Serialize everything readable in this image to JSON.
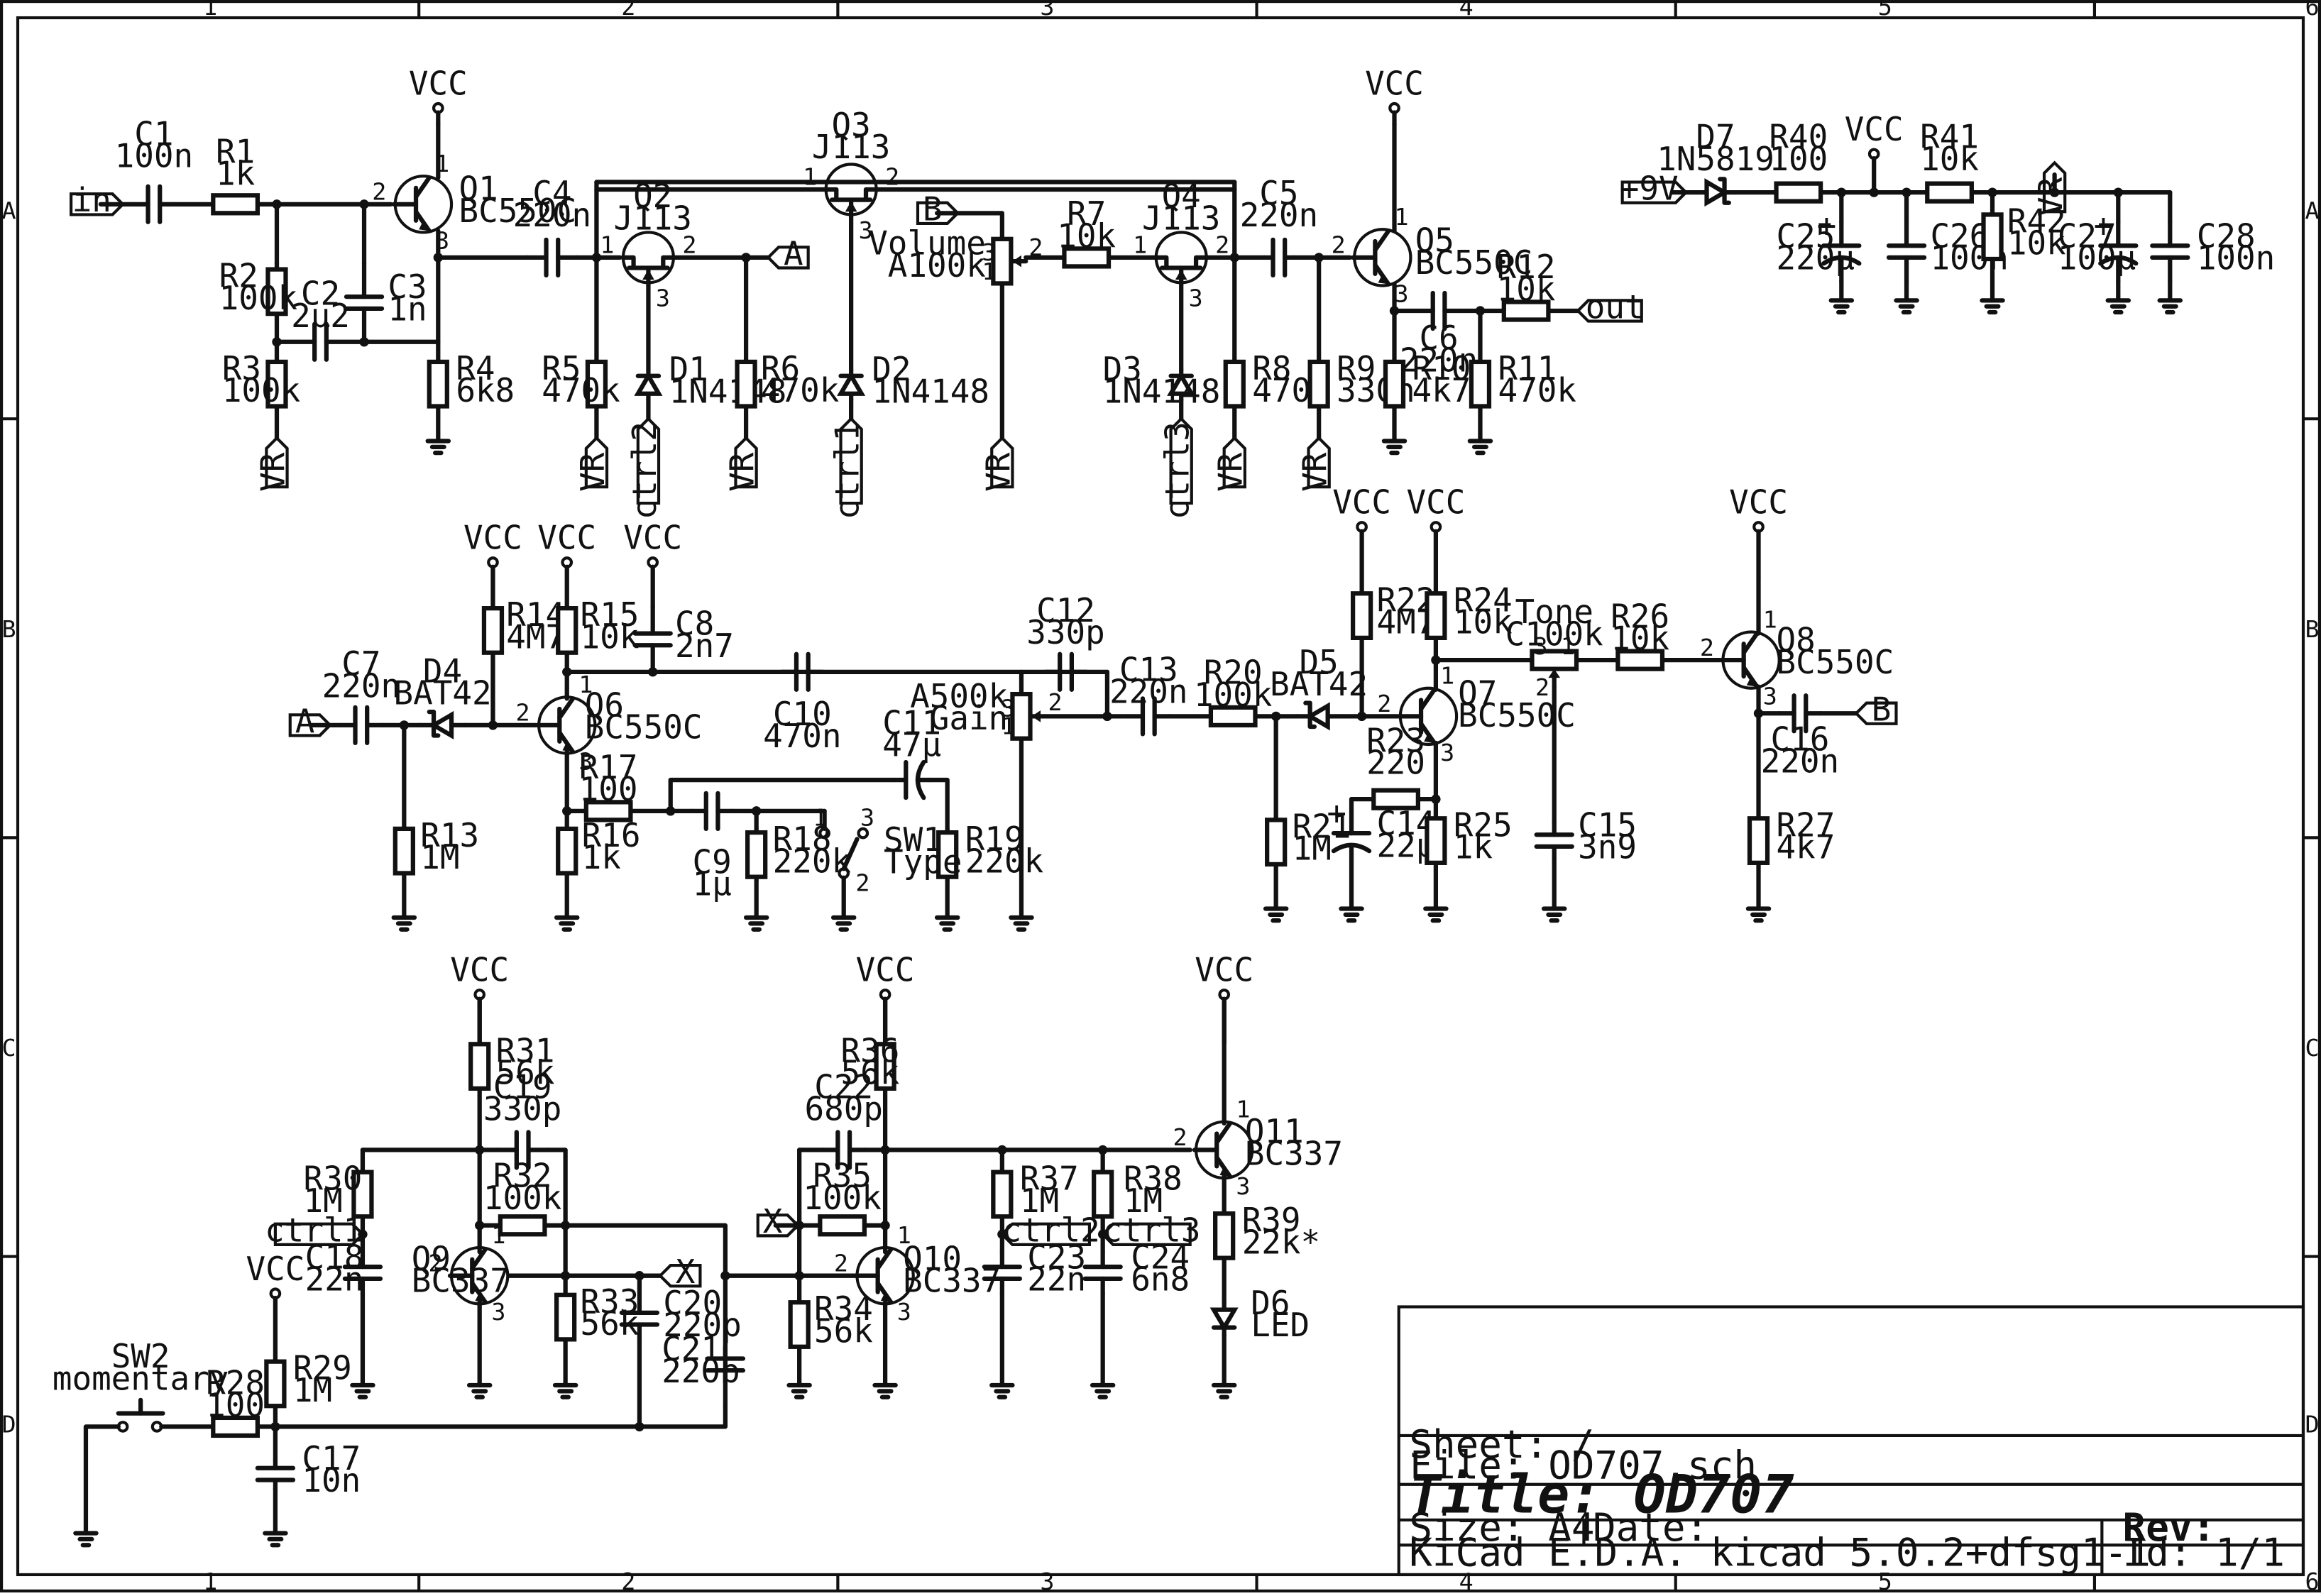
{
  "border": {
    "cols": [
      "1",
      "2",
      "3",
      "4",
      "5",
      "6"
    ],
    "rows": [
      "A",
      "B",
      "C",
      "D"
    ]
  },
  "title_block": {
    "sheet_label": "Sheet: /",
    "file_label": "File: OD707.sch",
    "title_label": "Title: OD707",
    "size_label": "Size: A4",
    "date_label": "Date:",
    "rev_label": "Rev:",
    "tool_label": "KiCad E.D.A.  kicad 5.0.2+dfsg1-1",
    "id_label": "Id: 1/1"
  },
  "ports": {
    "in": "in",
    "out": "out",
    "A": "A",
    "B": "B",
    "X": "X",
    "ctrl1": "ctrl1",
    "ctrl2": "ctrl2",
    "ctrl3": "ctrl3",
    "VR": "VR",
    "p9V": "+9V"
  },
  "power": {
    "vcc": "VCC"
  },
  "components": {
    "C1": [
      "C1",
      "100n"
    ],
    "R1": [
      "R1",
      "1k"
    ],
    "R2": [
      "R2",
      "100k"
    ],
    "R3": [
      "R3",
      "100k"
    ],
    "C2": [
      "C2",
      "2µ2"
    ],
    "C3": [
      "C3",
      "1n"
    ],
    "Q1": [
      "Q1",
      "BC550C"
    ],
    "R4": [
      "R4",
      "6k8"
    ],
    "C4": [
      "C4",
      "220n"
    ],
    "Q2": [
      "Q2",
      "J113"
    ],
    "R5": [
      "R5",
      "470k"
    ],
    "D1": [
      "D1",
      "1N4148"
    ],
    "R6": [
      "R6",
      "470k"
    ],
    "Q3": [
      "Q3",
      "J113"
    ],
    "D2": [
      "D2",
      "1N4148"
    ],
    "RV1": [
      "Volume",
      "A100k"
    ],
    "R7": [
      "R7",
      "10k"
    ],
    "Q4": [
      "Q4",
      "J113"
    ],
    "D3": [
      "D3",
      "1N4148"
    ],
    "R8": [
      "R8",
      "470k"
    ],
    "C5": [
      "C5",
      "220n"
    ],
    "R9": [
      "R9",
      "330n"
    ],
    "Q5": [
      "Q5",
      "BC550C"
    ],
    "R10": [
      "R10",
      "4k7"
    ],
    "C6": [
      "C6",
      "220n"
    ],
    "R11": [
      "R11",
      "470k"
    ],
    "R12": [
      "R12",
      "10k"
    ],
    "D7": [
      "D7",
      "1N5819"
    ],
    "R40": [
      "R40",
      "100"
    ],
    "C25": [
      "C25",
      "220µ"
    ],
    "C26": [
      "C26",
      "100n"
    ],
    "R41": [
      "R41",
      "10k"
    ],
    "R42": [
      "R42",
      "10k"
    ],
    "C27": [
      "C27",
      "100µ"
    ],
    "C28": [
      "C28",
      "100n"
    ],
    "C7": [
      "C7",
      "220n"
    ],
    "D4": [
      "D4",
      "BAT42"
    ],
    "R13": [
      "R13",
      "1M"
    ],
    "R14": [
      "R14",
      "4M7"
    ],
    "R15": [
      "R15",
      "10k"
    ],
    "C8": [
      "C8",
      "2n7"
    ],
    "Q6": [
      "Q6",
      "BC550C"
    ],
    "C10": [
      "C10",
      "470n"
    ],
    "R17": [
      "R17",
      "100"
    ],
    "R16": [
      "R16",
      "1k"
    ],
    "C9": [
      "C9",
      "1µ"
    ],
    "R18": [
      "R18",
      "220k"
    ],
    "C11": [
      "C11",
      "47µ"
    ],
    "SW1": [
      "SW1",
      "Type"
    ],
    "R19": [
      "R19",
      "220k"
    ],
    "C12": [
      "C12",
      "330p"
    ],
    "RV2": [
      "A500k",
      "Gain"
    ],
    "C13": [
      "C13",
      "220n"
    ],
    "R20": [
      "R20",
      "100k"
    ],
    "D5": [
      "D5",
      "BAT42"
    ],
    "R21": [
      "R21",
      "1M"
    ],
    "R22": [
      "R22",
      "4M7"
    ],
    "R24": [
      "R24",
      "10k"
    ],
    "Q7": [
      "Q7",
      "BC550C"
    ],
    "R23": [
      "R23",
      "220"
    ],
    "C14": [
      "C14",
      "22µ"
    ],
    "R25": [
      "R25",
      "1k"
    ],
    "RV3": [
      "Tone",
      "C100k"
    ],
    "R26": [
      "R26",
      "10k"
    ],
    "C15": [
      "C15",
      "3n9"
    ],
    "Q8": [
      "Q8",
      "BC550C"
    ],
    "C16": [
      "C16",
      "220n"
    ],
    "R27": [
      "R27",
      "4k7"
    ],
    "R31": [
      "R31",
      "56k"
    ],
    "C19": [
      "C19",
      "330p"
    ],
    "R32": [
      "R32",
      "100k"
    ],
    "R30": [
      "R30",
      "1M"
    ],
    "C18": [
      "C18",
      "22n"
    ],
    "Q9": [
      "Q9",
      "BC337"
    ],
    "R33": [
      "R33",
      "56k"
    ],
    "C20": [
      "C20",
      "220p"
    ],
    "C21": [
      "C21",
      "220p"
    ],
    "R36": [
      "R36",
      "56k"
    ],
    "C22": [
      "C22",
      "680p"
    ],
    "R35": [
      "R35",
      "100k"
    ],
    "Q10": [
      "Q10",
      "BC337"
    ],
    "R34": [
      "R34",
      "56k"
    ],
    "R37": [
      "R37",
      "1M"
    ],
    "C23": [
      "C23",
      "22n"
    ],
    "R38": [
      "R38",
      "1M"
    ],
    "C24": [
      "C24",
      "6n8"
    ],
    "Q11": [
      "Q11",
      "BC337"
    ],
    "R39": [
      "R39",
      "22k*"
    ],
    "D6": [
      "D6",
      "LED"
    ],
    "SW2": [
      "SW2",
      "momentary"
    ],
    "R28": [
      "R28",
      "100"
    ],
    "R29": [
      "R29",
      "1M"
    ],
    "C17": [
      "C17",
      "10n"
    ]
  }
}
